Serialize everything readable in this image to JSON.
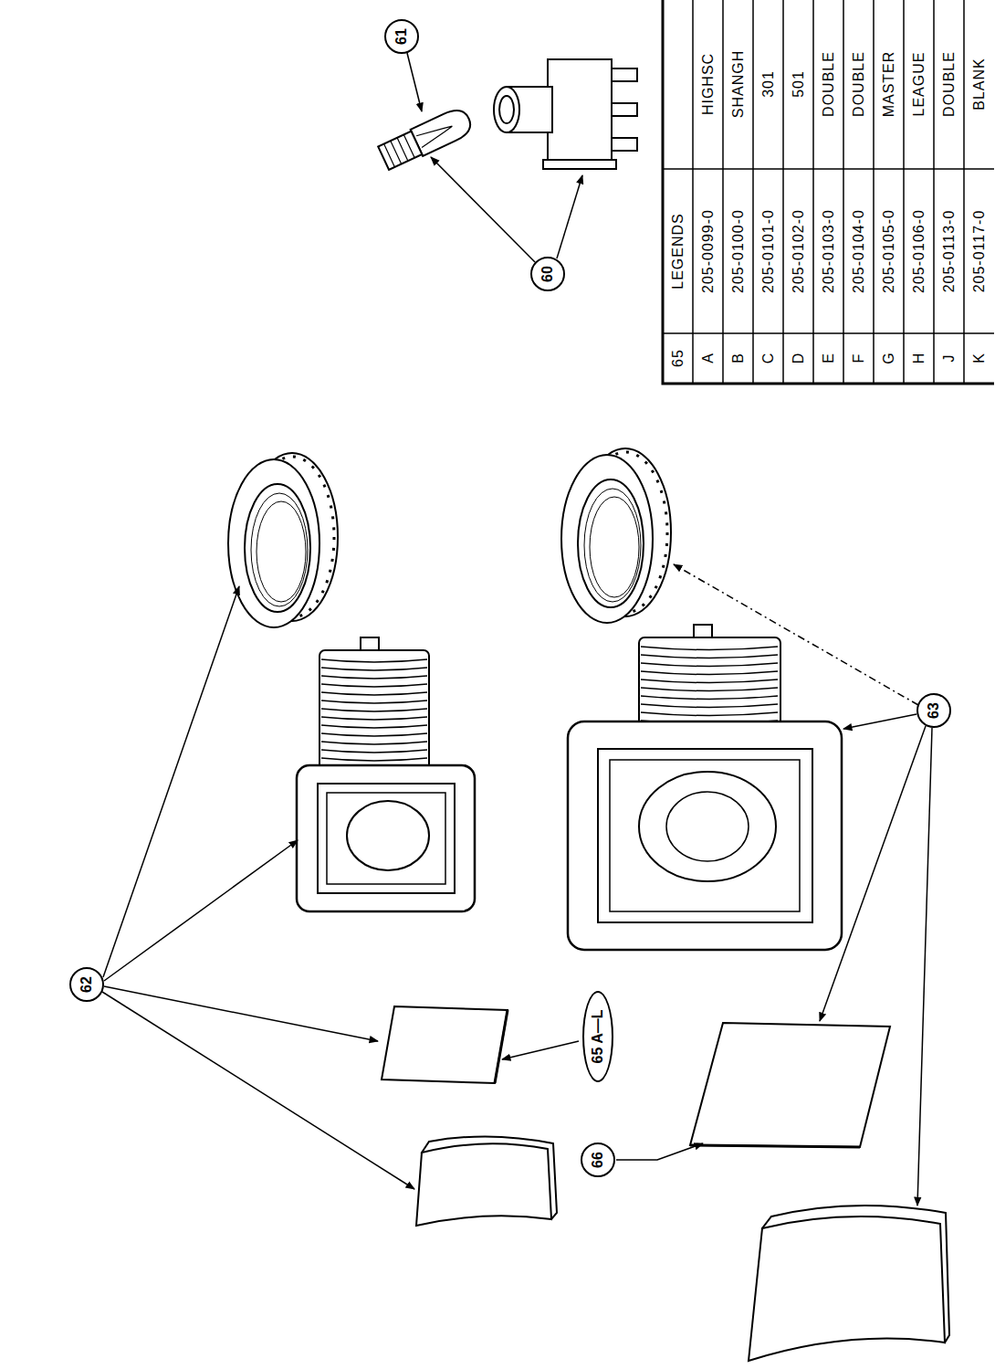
{
  "diagram": {
    "nodes": [
      {
        "text": [
          "61"
        ]
      },
      {
        "text": [
          "60"
        ]
      },
      {
        "text": [
          "62"
        ]
      },
      {
        "text": [
          "63"
        ]
      },
      {
        "text": [
          "65 A—L"
        ]
      },
      {
        "text": [
          "66"
        ]
      }
    ],
    "edges": [],
    "labels": [
      "65",
      "LEGENDS",
      "A",
      "205-0099-0",
      "HIGHSC",
      "B",
      "205-0100-0",
      "SHANGH",
      "C",
      "205-0101-0",
      "301",
      "D",
      "205-0102-0",
      "501",
      "E",
      "205-0103-0",
      "DOUBLE",
      "F",
      "205-0104-0",
      "DOUBLE",
      "G",
      "205-0105-0",
      "MASTER",
      "H",
      "205-0106-0",
      "LEAGUE",
      "J",
      "205-0113-0",
      "DOUBLE",
      "K",
      "205-0117-0",
      "BLANK"
    ]
  }
}
